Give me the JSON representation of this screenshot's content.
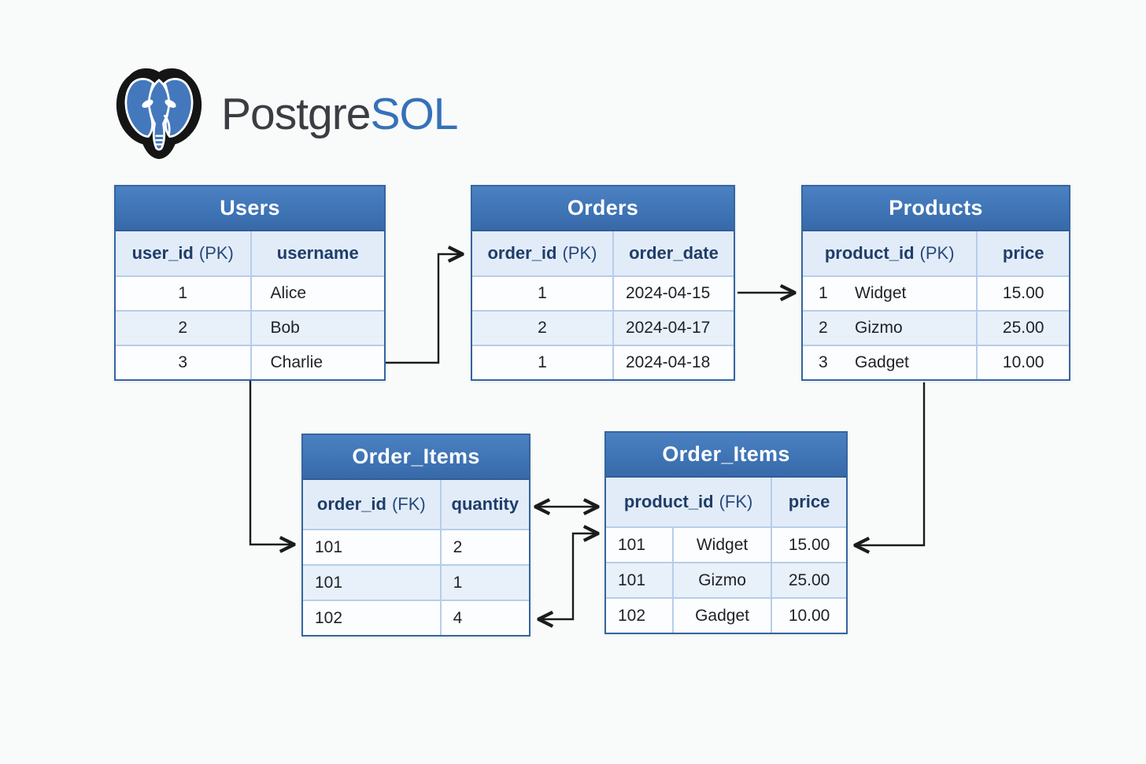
{
  "page": {
    "background": "#f9fafa"
  },
  "logo": {
    "icon": "postgresql-elephant-logo",
    "text_primary": "Postgre",
    "text_accent": "SOL",
    "color_primary": "#3a3d42",
    "color_accent": "#3571b8",
    "elephant_blue": "#4478bc"
  },
  "colors": {
    "table_title_bg": "#3e73b4",
    "table_title_text": "#ffffff",
    "column_header_bg": "#e2ecf8",
    "column_header_text": "#1f3d69",
    "row_bg": "#fcfdff",
    "row_alt_bg": "#e8f0f9",
    "table_border": "#35659f",
    "grid_divider": "#b6cde9",
    "cell_text": "#1f2126",
    "connector": "#1b1b1b"
  },
  "tables": {
    "users": {
      "title": "Users",
      "columns": [
        {
          "name": "user_id",
          "suffix": "(PK)"
        },
        {
          "name": "username",
          "suffix": ""
        }
      ],
      "rows": [
        [
          "1",
          "Alice"
        ],
        [
          "2",
          "Bob"
        ],
        [
          "3",
          "Charlie"
        ]
      ]
    },
    "orders": {
      "title": "Orders",
      "columns": [
        {
          "name": "order_id",
          "suffix": "(PK)"
        },
        {
          "name": "order_date",
          "suffix": ""
        }
      ],
      "rows": [
        [
          "1",
          "2024-04-15"
        ],
        [
          "2",
          "2024-04-17"
        ],
        [
          "1",
          "2024-04-18"
        ]
      ]
    },
    "products": {
      "title": "Products",
      "columns": [
        {
          "name": "product_id",
          "suffix": "(PK)"
        },
        {
          "name": "price",
          "suffix": ""
        }
      ],
      "rows": [
        {
          "id": "1",
          "name": "Widget",
          "price": "15.00"
        },
        {
          "id": "2",
          "name": "Gizmo",
          "price": "25.00"
        },
        {
          "id": "3",
          "name": "Gadget",
          "price": "10.00"
        }
      ]
    },
    "order_items_left": {
      "title": "Order_Items",
      "columns": [
        {
          "name": "order_id",
          "suffix": "(FK)"
        },
        {
          "name": "quantity",
          "suffix": ""
        }
      ],
      "rows": [
        [
          "101",
          "2"
        ],
        [
          "101",
          "1"
        ],
        [
          "102",
          "4"
        ]
      ]
    },
    "order_items_right": {
      "title": "Order_Items",
      "columns": [
        {
          "name": "product_id",
          "suffix": "(FK)"
        },
        {
          "name": "price",
          "suffix": ""
        }
      ],
      "rows": [
        {
          "id": "101",
          "name": "Widget",
          "price": "15.00"
        },
        {
          "id": "101",
          "name": "Gizmo",
          "price": "25.00"
        },
        {
          "id": "102",
          "name": "Gadget",
          "price": "10.00"
        }
      ]
    }
  },
  "connectors": [
    {
      "name": "users-to-orders",
      "from": "Users",
      "to": "Orders"
    },
    {
      "name": "orders-to-products",
      "from": "Orders",
      "to": "Products"
    },
    {
      "name": "users-to-order-items",
      "from": "Users",
      "to": "Order_Items (left)"
    },
    {
      "name": "products-to-order-items",
      "from": "Products",
      "to": "Order_Items (right)"
    },
    {
      "name": "order-items-header-link",
      "from": "Order_Items (left)",
      "to": "Order_Items (right)",
      "bidirectional": true
    },
    {
      "name": "order-items-row-link",
      "from": "Order_Items (left)",
      "to": "Order_Items (right)",
      "bidirectional": true
    }
  ]
}
